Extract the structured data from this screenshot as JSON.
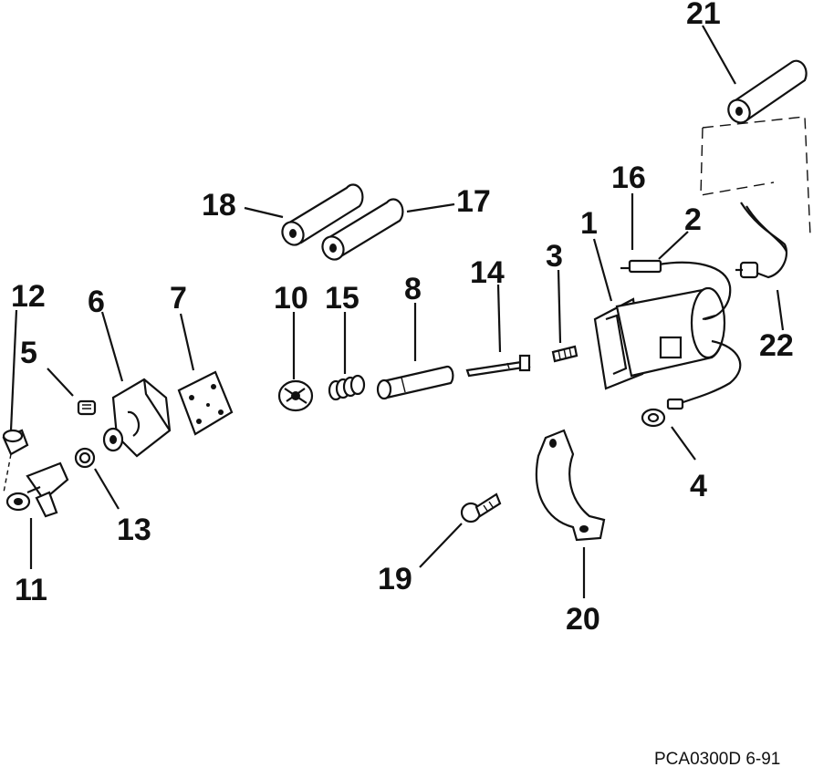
{
  "callouts": {
    "c1": "1",
    "c2": "2",
    "c3": "3",
    "c4": "4",
    "c5": "5",
    "c6": "6",
    "c7": "7",
    "c8": "8",
    "c10": "10",
    "c11": "11",
    "c12": "12",
    "c13": "13",
    "c14": "14",
    "c15": "15",
    "c16": "16",
    "c17": "17",
    "c18": "18",
    "c19": "19",
    "c20": "20",
    "c21": "21",
    "c22": "22"
  },
  "figure_code": "PCA0300D 6-91"
}
